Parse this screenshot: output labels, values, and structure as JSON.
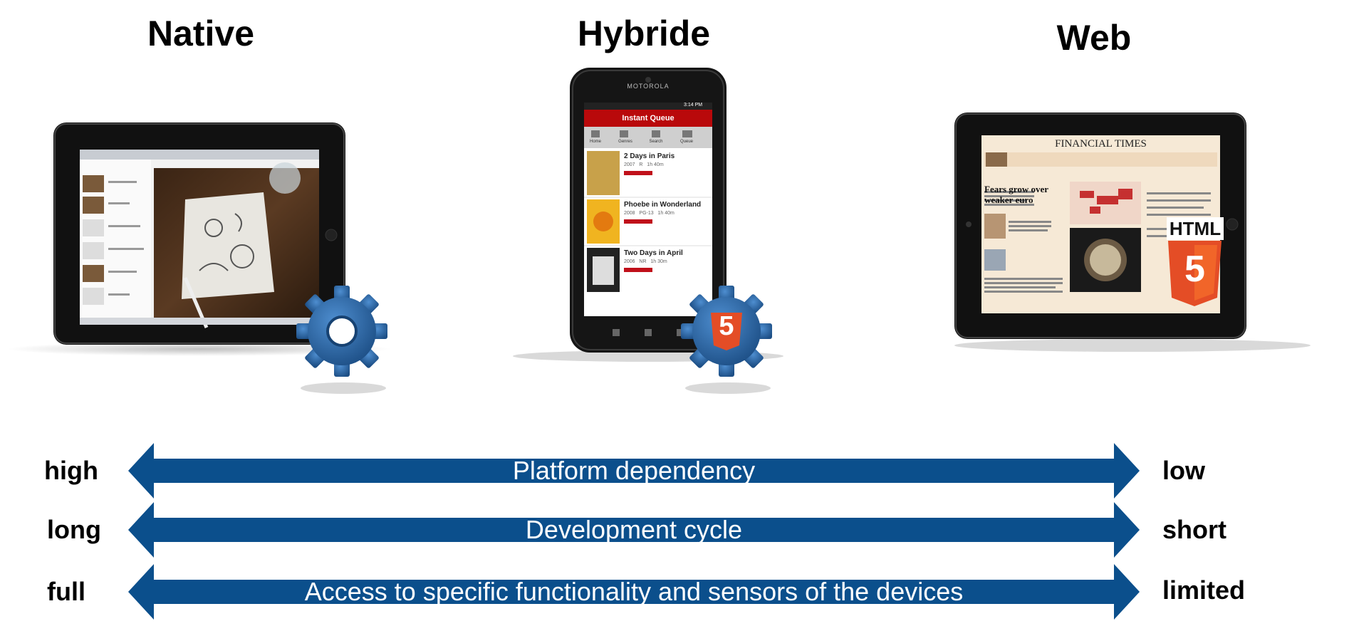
{
  "columns": [
    {
      "title": "Native"
    },
    {
      "title": "Hybride"
    },
    {
      "title": "Web"
    }
  ],
  "devices": {
    "phone": {
      "brand": "MOTOROLA",
      "time": "3:14 PM",
      "app_title": "Instant Queue",
      "tabs": [
        "Home",
        "Genres",
        "Search",
        "Queue"
      ],
      "movies": [
        {
          "title": "2 Days in Paris",
          "meta": "2007   R   1h 40m"
        },
        {
          "title": "Phoebe in Wonderland",
          "meta": "2008   PG-13   1h 40m"
        },
        {
          "title": "Two Days in April",
          "meta": "2006   NR   1h 30m"
        }
      ]
    },
    "web_tablet": {
      "masthead": "FINANCIAL TIMES",
      "headline": "Fears grow over weaker euro"
    },
    "html_badge": {
      "label": "HTML",
      "number": "5"
    },
    "badge_number": "5"
  },
  "comparisons": [
    {
      "left": "high",
      "label": "Platform dependency",
      "right": "low"
    },
    {
      "left": "long",
      "label": "Development cycle",
      "right": "short"
    },
    {
      "left": "full",
      "label": "Access to specific functionality and sensors of the devices",
      "right": "limited"
    }
  ],
  "colors": {
    "arrow": "#0b4f8c",
    "gear": "#2f6fb0",
    "html5": "#e44d26",
    "netflix_red": "#b9090b"
  }
}
